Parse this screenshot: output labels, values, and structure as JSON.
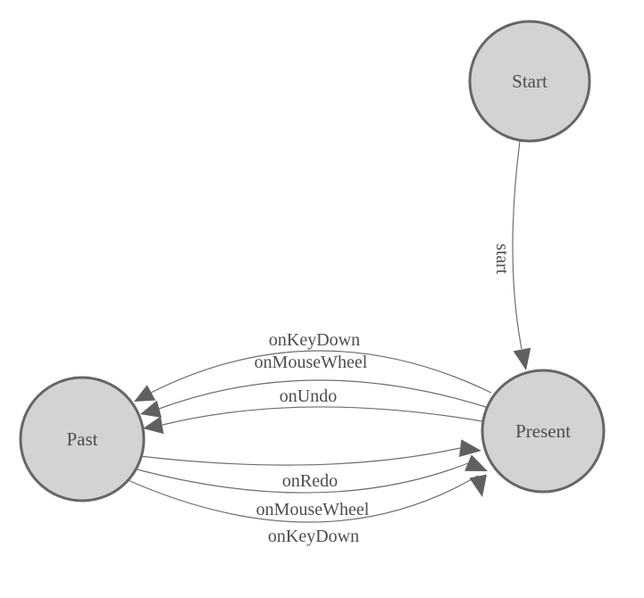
{
  "diagram": {
    "type": "state-machine",
    "background_color": "#ffffff",
    "node_fill_color": "#d3d3d3",
    "node_stroke_color": "#666666",
    "edge_color": "#6e6e6e",
    "arrow_color": "#606060",
    "label_color": "#4d4d4d",
    "nodes": [
      {
        "id": "start",
        "label": "Start"
      },
      {
        "id": "present",
        "label": "Present"
      },
      {
        "id": "past",
        "label": "Past"
      }
    ],
    "edges": [
      {
        "from": "Start",
        "to": "Present",
        "label": "start"
      },
      {
        "from": "Present",
        "to": "Past",
        "label": "onKeyDown"
      },
      {
        "from": "Present",
        "to": "Past",
        "label": "onMouseWheel"
      },
      {
        "from": "Present",
        "to": "Past",
        "label": "onUndo"
      },
      {
        "from": "Past",
        "to": "Present",
        "label": "onRedo"
      },
      {
        "from": "Past",
        "to": "Present",
        "label": "onMouseWheel"
      },
      {
        "from": "Past",
        "to": "Present",
        "label": "onKeyDown"
      }
    ]
  }
}
